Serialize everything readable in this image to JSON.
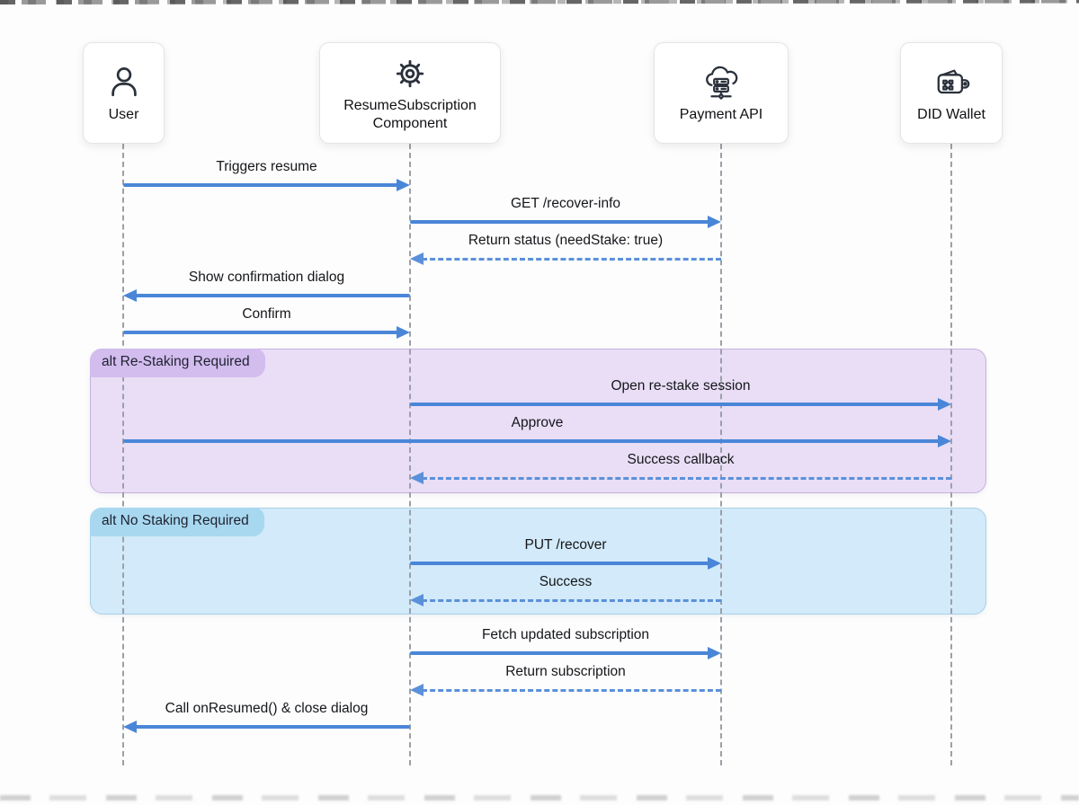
{
  "diagram": {
    "kind": "sequence-diagram",
    "description": "Resume subscription flow"
  },
  "colors": {
    "arrow_solid": "#4a86d8",
    "arrow_dashed": "#5b90da",
    "frame_restaking_fill": "#e9def6",
    "frame_restaking_label_bg": "#d3bcee",
    "frame_nostaking_fill": "#d2eaf9",
    "frame_nostaking_label_bg": "#a8d8f0",
    "lifeline": "#9ba0a8",
    "text": "#17191d"
  },
  "actors": [
    {
      "id": "user",
      "label": "User",
      "icon": "user-icon"
    },
    {
      "id": "component",
      "label": "ResumeSubscription Component",
      "icon": "gear-icon"
    },
    {
      "id": "payment",
      "label": "Payment API",
      "icon": "cloud-server-icon"
    },
    {
      "id": "wallet",
      "label": "DID Wallet",
      "icon": "wallet-icon"
    }
  ],
  "messages": [
    {
      "label": "Triggers resume",
      "from": "user",
      "to": "component",
      "line": "solid"
    },
    {
      "label": "GET /recover-info",
      "from": "component",
      "to": "payment",
      "line": "solid"
    },
    {
      "label": "Return status (needStake: true)",
      "from": "payment",
      "to": "component",
      "line": "dashed"
    },
    {
      "label": "Show confirmation dialog",
      "from": "component",
      "to": "user",
      "line": "solid"
    },
    {
      "label": "Confirm",
      "from": "user",
      "to": "component",
      "line": "solid"
    },
    {
      "label": "Open re-stake session",
      "from": "component",
      "to": "wallet",
      "line": "solid"
    },
    {
      "label": "Approve",
      "from": "user",
      "to": "wallet",
      "line": "solid"
    },
    {
      "label": "Success callback",
      "from": "wallet",
      "to": "component",
      "line": "dashed"
    },
    {
      "label": "PUT /recover",
      "from": "component",
      "to": "payment",
      "line": "solid"
    },
    {
      "label": "Success",
      "from": "payment",
      "to": "component",
      "line": "dashed"
    },
    {
      "label": "Fetch updated subscription",
      "from": "component",
      "to": "payment",
      "line": "solid"
    },
    {
      "label": "Return subscription",
      "from": "payment",
      "to": "component",
      "line": "dashed"
    },
    {
      "label": "Call onResumed() & close dialog",
      "from": "component",
      "to": "user",
      "line": "solid"
    }
  ],
  "frames": [
    {
      "name": "restaking",
      "keyword": "alt",
      "condition": "Re-Staking Required",
      "label": "alt Re-Staking Required",
      "variant": "purple",
      "message_indices": [
        5,
        6,
        7
      ]
    },
    {
      "name": "nostaking",
      "keyword": "alt",
      "condition": "No Staking Required",
      "label": "alt No Staking Required",
      "variant": "blue",
      "message_indices": [
        8,
        9
      ]
    }
  ]
}
